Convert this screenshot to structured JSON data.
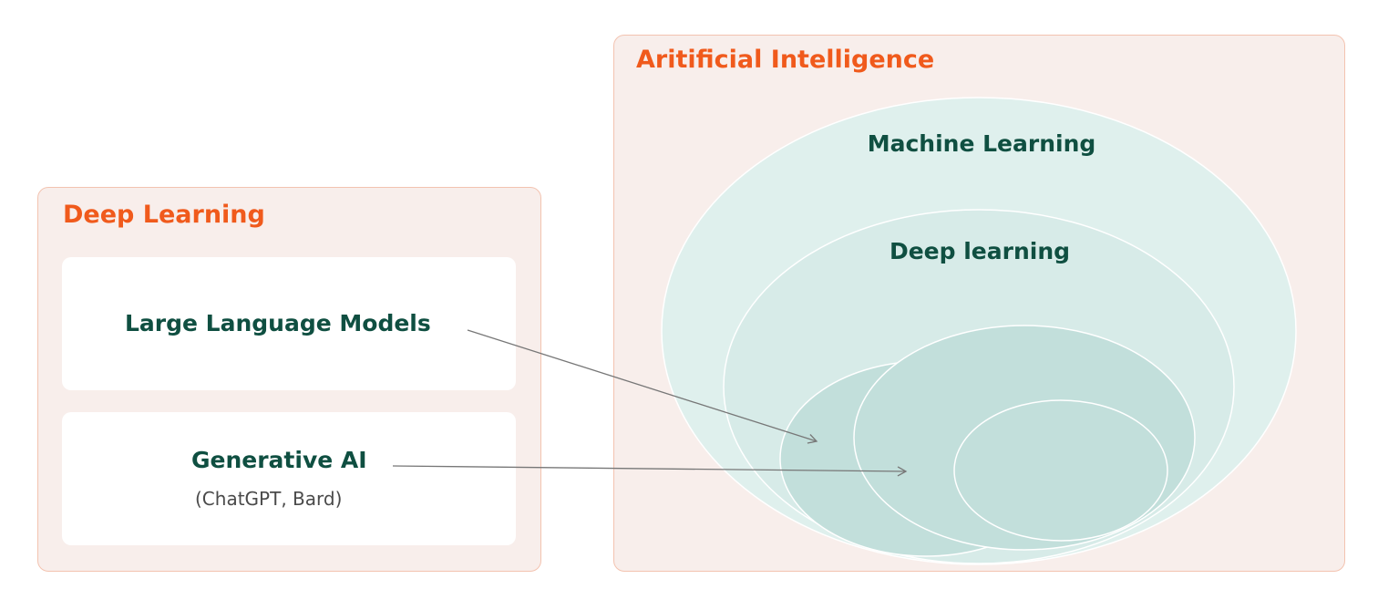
{
  "colors": {
    "accent": "#f05a1c",
    "text_dark": "#0f4f41",
    "panel_fill": "#f8eeeb",
    "panel_border": "#f3c3b0",
    "ellipse_ml": "#dff0ed",
    "ellipse_dl": "#d7ebe8",
    "ellipse_inner": "#c2dfdb",
    "ellipse_stroke": "#ffffff",
    "arrow": "#777777",
    "subtext": "#4a4a4a"
  },
  "left_panel": {
    "title": "Deep Learning",
    "cards": {
      "llm": {
        "label": "Large Language Models"
      },
      "genai": {
        "label": "Generative AI",
        "sublabel": "(ChatGPT, Bard)"
      }
    }
  },
  "right_panel": {
    "title": "Aritificial Intelligence",
    "ellipses": {
      "ml_label": "Machine Learning",
      "dl_label": "Deep learning"
    }
  }
}
